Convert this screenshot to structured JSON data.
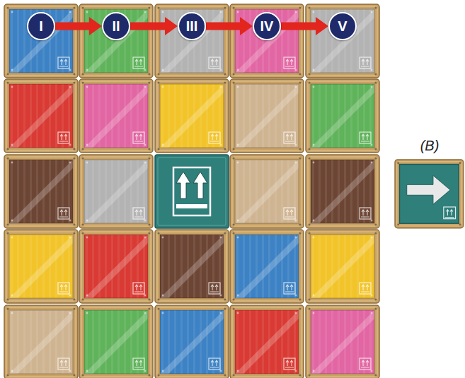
{
  "diagram": {
    "nodes": [
      {
        "text": [
          "I"
        ]
      },
      {
        "text": [
          "II"
        ]
      },
      {
        "text": [
          "III"
        ]
      },
      {
        "text": [
          "IV"
        ]
      },
      {
        "text": [
          "V"
        ]
      }
    ],
    "edges": [
      {
        "from": 0,
        "to": 1,
        "arrow": "to"
      },
      {
        "from": 1,
        "to": 2,
        "arrow": "to"
      },
      {
        "from": 2,
        "to": 3,
        "arrow": "to"
      },
      {
        "from": 3,
        "to": 4,
        "arrow": "to"
      }
    ],
    "labels": [
      "(B)"
    ]
  }
}
